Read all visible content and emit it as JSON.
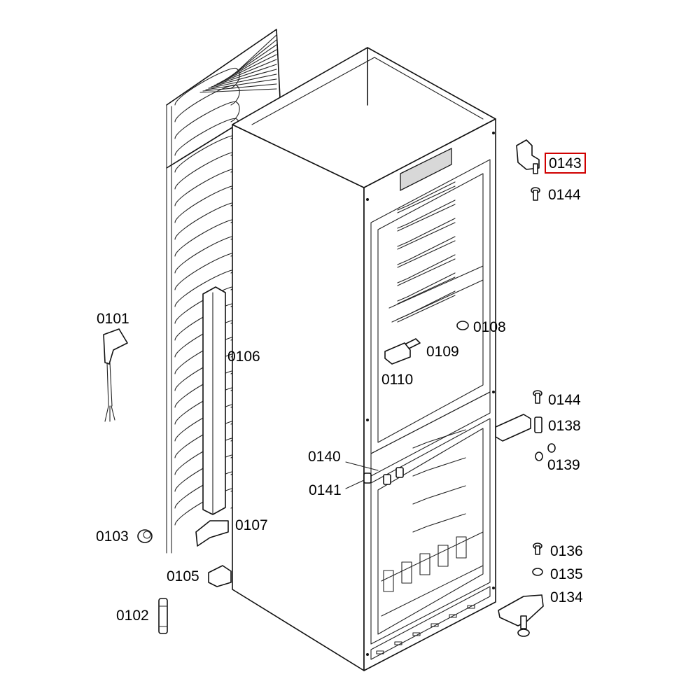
{
  "diagram": {
    "highlight_color": "#d00000",
    "labels": [
      {
        "id": "p0143",
        "text": "0143",
        "highlighted": true
      },
      {
        "id": "p0144a",
        "text": "0144"
      },
      {
        "id": "p0108",
        "text": "0108"
      },
      {
        "id": "p0109",
        "text": "0109"
      },
      {
        "id": "p0110",
        "text": "0110"
      },
      {
        "id": "p0101",
        "text": "0101"
      },
      {
        "id": "p0106",
        "text": "0106"
      },
      {
        "id": "p0144b",
        "text": "0144"
      },
      {
        "id": "p0138",
        "text": "0138"
      },
      {
        "id": "p0139",
        "text": "0139"
      },
      {
        "id": "p0140",
        "text": "0140"
      },
      {
        "id": "p0141",
        "text": "0141"
      },
      {
        "id": "p0107",
        "text": "0107"
      },
      {
        "id": "p0103",
        "text": "0103"
      },
      {
        "id": "p0136",
        "text": "0136"
      },
      {
        "id": "p0135",
        "text": "0135"
      },
      {
        "id": "p0134",
        "text": "0134"
      },
      {
        "id": "p0105",
        "text": "0105"
      },
      {
        "id": "p0102",
        "text": "0102"
      }
    ]
  }
}
